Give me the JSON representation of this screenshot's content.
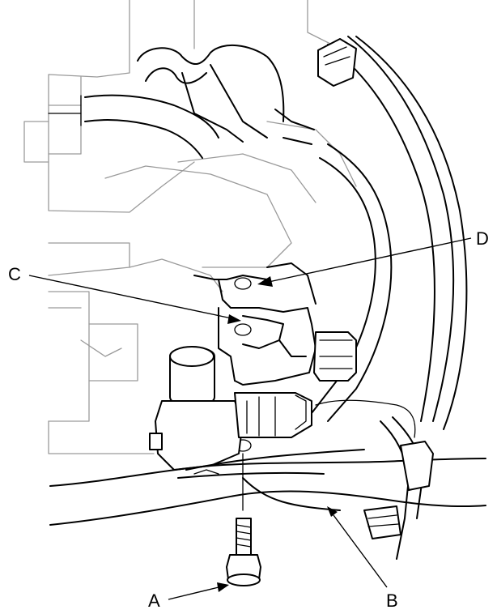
{
  "callouts": {
    "a": "A",
    "b": "B",
    "c": "C",
    "d": "D"
  },
  "icons": [
    "bolt-icon",
    "solenoid-valve-icon",
    "connector-icon",
    "bracket-icon",
    "hose-icon"
  ]
}
